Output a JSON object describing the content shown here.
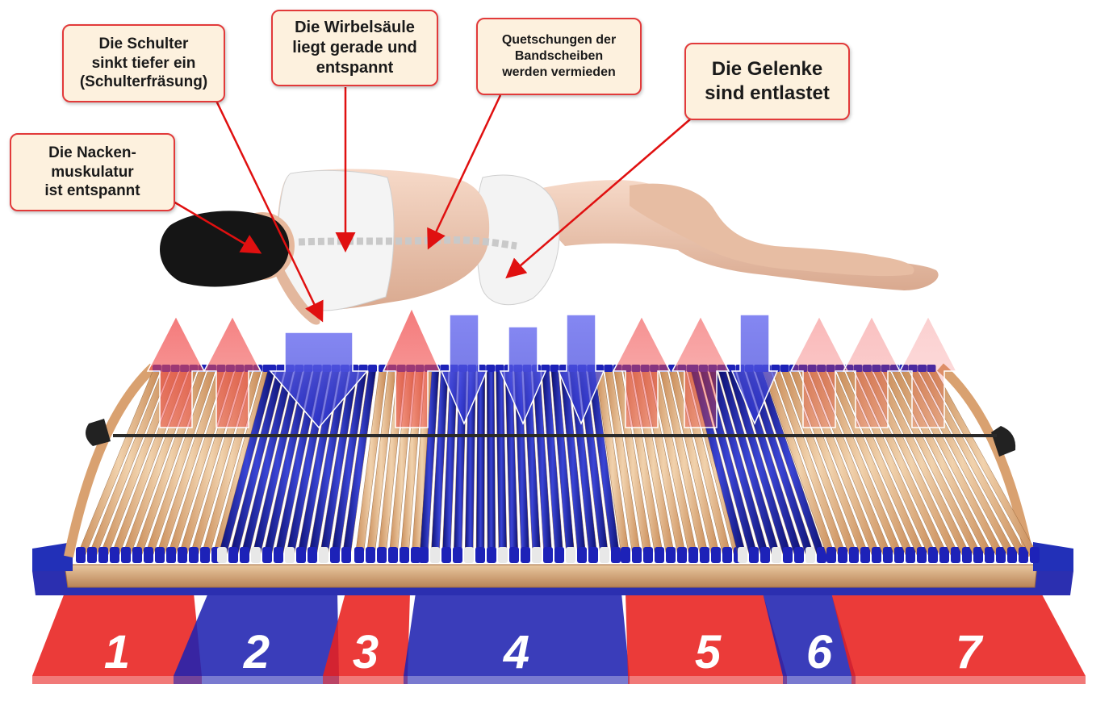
{
  "callouts": {
    "nacken": "Die Nacken-\nmuskulatur\nist entspannt",
    "schulter": "Die Schulter\nsinkt tiefer ein\n(Schulterfräsung)",
    "wirbel": "Die Wirbelsäule\nliegt gerade und\nentspannt",
    "quetsch": "Quetschungen der\nBandscheiben\nwerden vermieden",
    "gelenke": "Die Gelenke\nsind entlastet"
  },
  "zones": [
    {
      "number": "1",
      "type": "support"
    },
    {
      "number": "2",
      "type": "soft"
    },
    {
      "number": "3",
      "type": "support"
    },
    {
      "number": "4",
      "type": "soft"
    },
    {
      "number": "5",
      "type": "support"
    },
    {
      "number": "6",
      "type": "soft"
    },
    {
      "number": "7",
      "type": "support"
    }
  ],
  "colors": {
    "support": "#e8201e",
    "soft": "#1f22b0",
    "callout_border": "#e23a3a",
    "callout_fill": "#fdf1de",
    "pointer": "#e01010"
  }
}
